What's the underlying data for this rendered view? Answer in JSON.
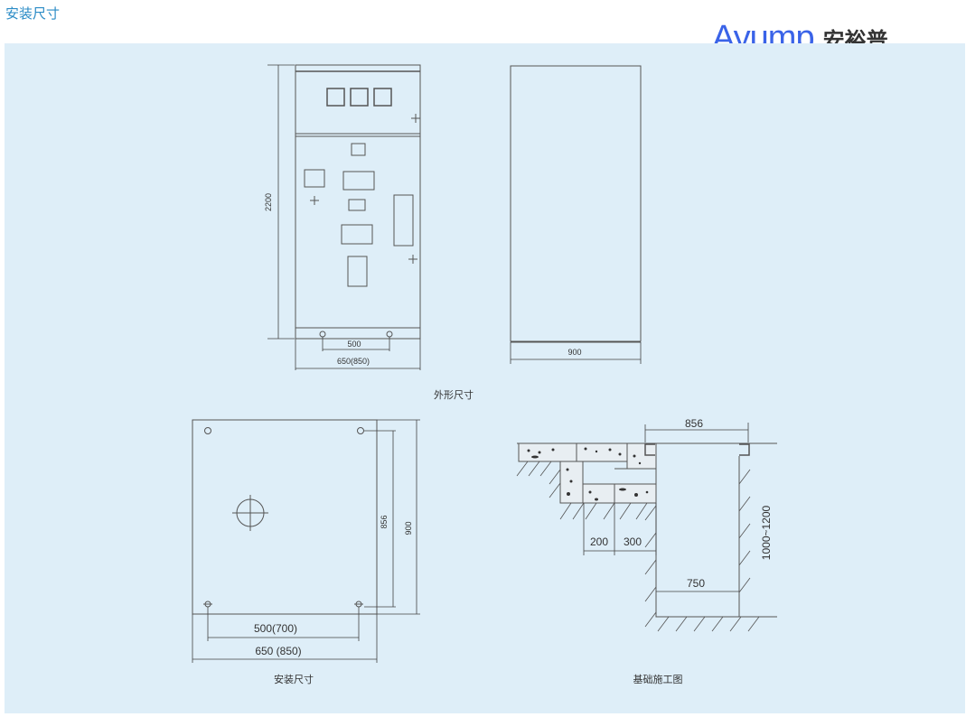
{
  "header": {
    "title": "安装尺寸"
  },
  "logo": {
    "latin": "Ayump",
    "chinese": "安裕普",
    "color": "#3a63e8"
  },
  "front_view": {
    "height_dim": "2200",
    "hole_spacing_dim": "500",
    "width_dim": "650(850)"
  },
  "side_view": {
    "depth_dim": "900"
  },
  "outline_caption": "外形尺寸",
  "plan_view": {
    "hole_depth_dim": "856",
    "depth_dim": "900",
    "hole_width_dim": "500(700)",
    "width_dim": "650 (850)",
    "caption": "安装尺寸"
  },
  "foundation": {
    "span_dim": "856",
    "dim_200": "200",
    "dim_300": "300",
    "trench_width_dim": "750",
    "trench_depth_dim": "1000~1200",
    "caption": "基础施工图"
  },
  "colors": {
    "panel_bg": "#deeef8",
    "title": "#2a8bc6"
  }
}
